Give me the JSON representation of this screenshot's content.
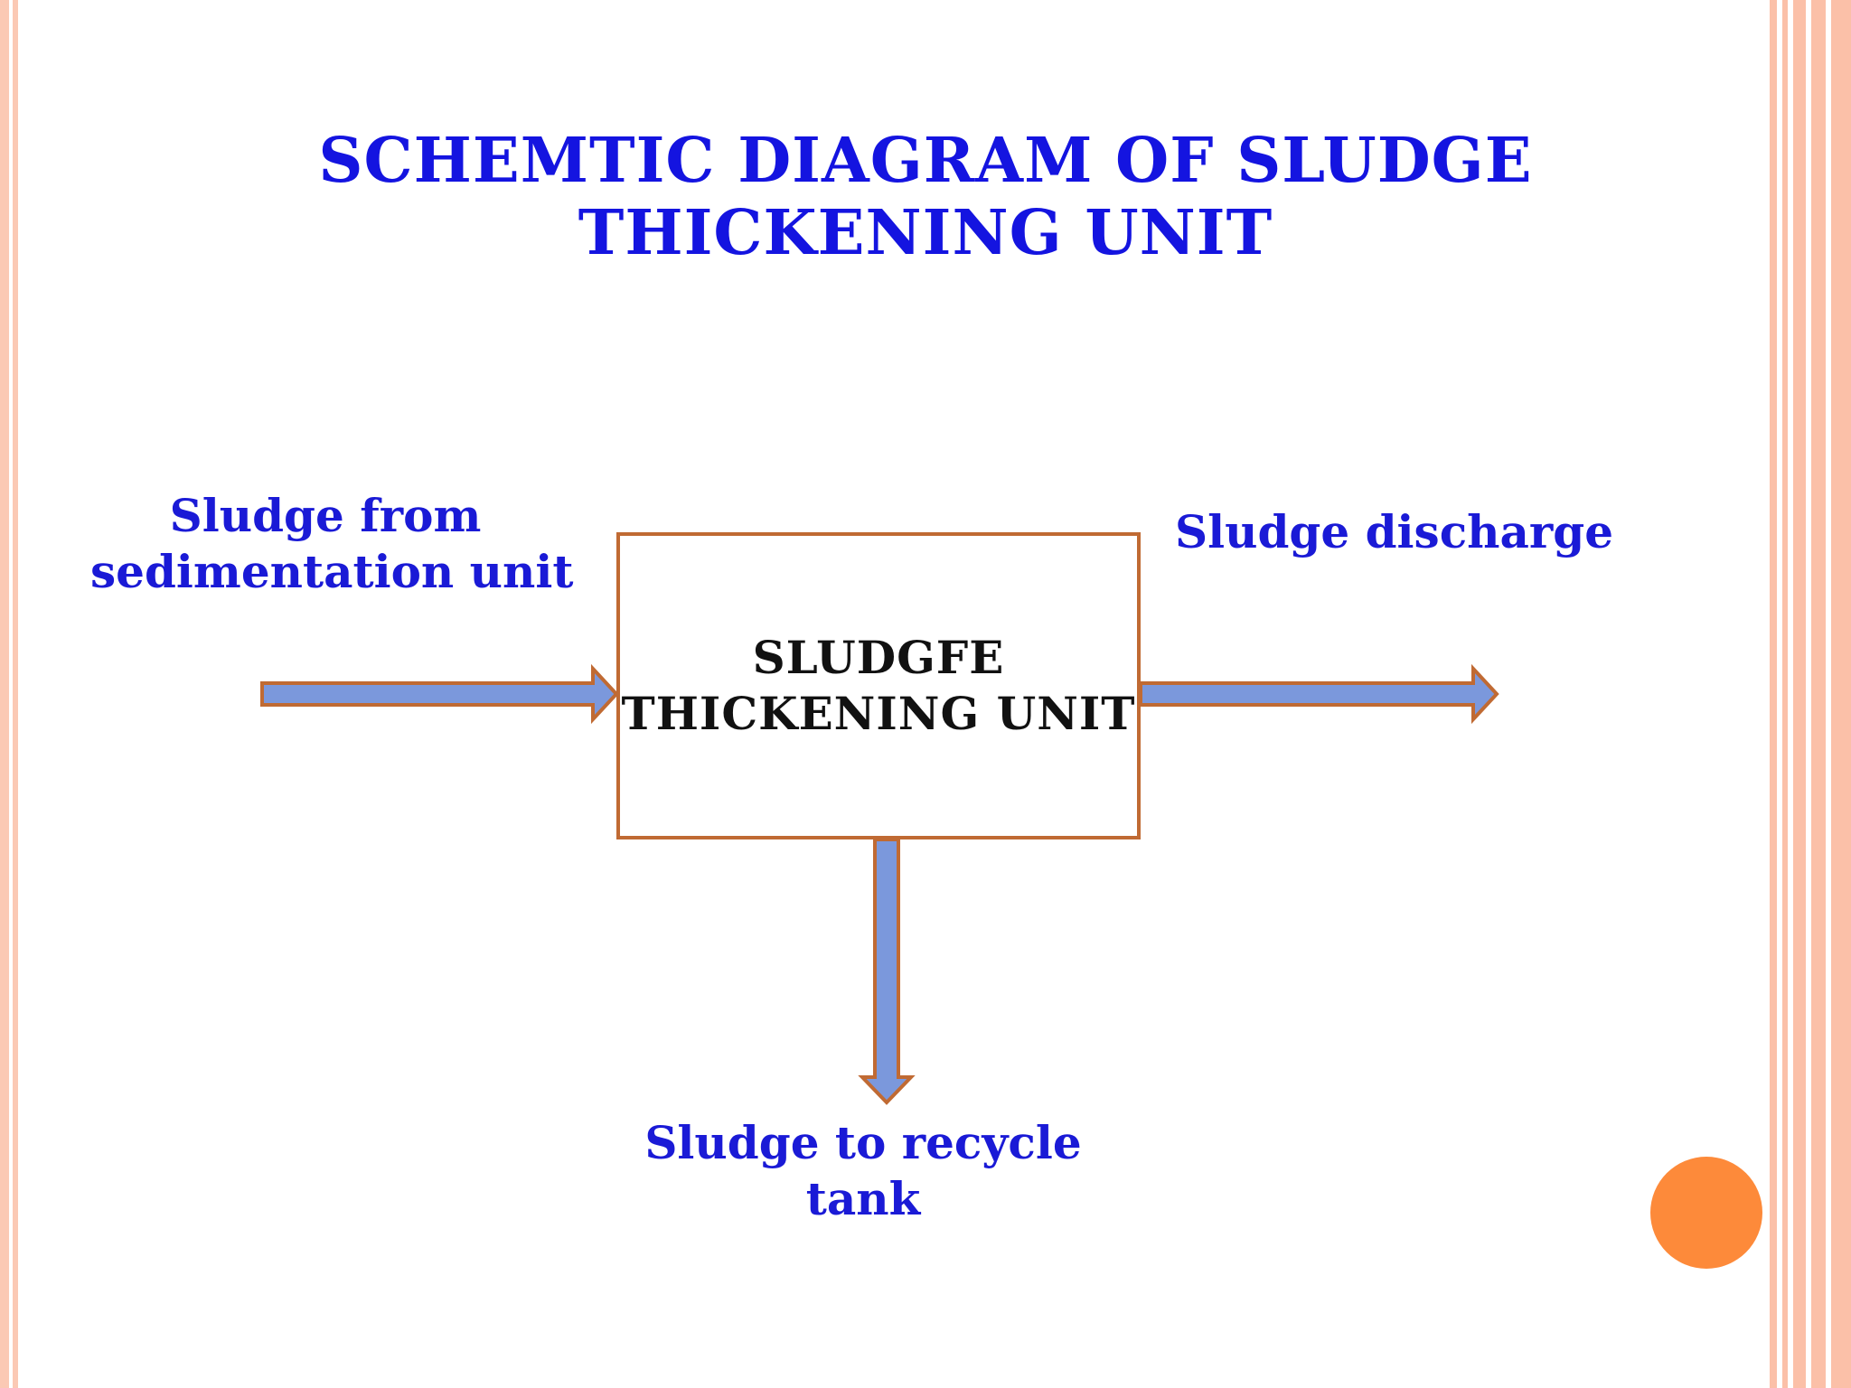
{
  "title": [
    "SCHEMTIC DIAGRAM OF SLUDGE",
    "THICKENING UNIT"
  ],
  "unit": [
    "SLUDGFE",
    "THICKENING UNIT"
  ],
  "labels": {
    "input": [
      "Sludge from",
      "sedimentation unit"
    ],
    "discharge": "Sludge discharge",
    "recycle": [
      "Sludge to recycle",
      "tank"
    ]
  },
  "colors": {
    "title": "#1414e0",
    "label": "#1a1ad6",
    "box_border": "#c06a33",
    "arrow_fill": "#7b98dc",
    "arrow_stroke": "#c06a33",
    "accent_dot": "#fd8a3a",
    "border": "#fbc0a8"
  }
}
